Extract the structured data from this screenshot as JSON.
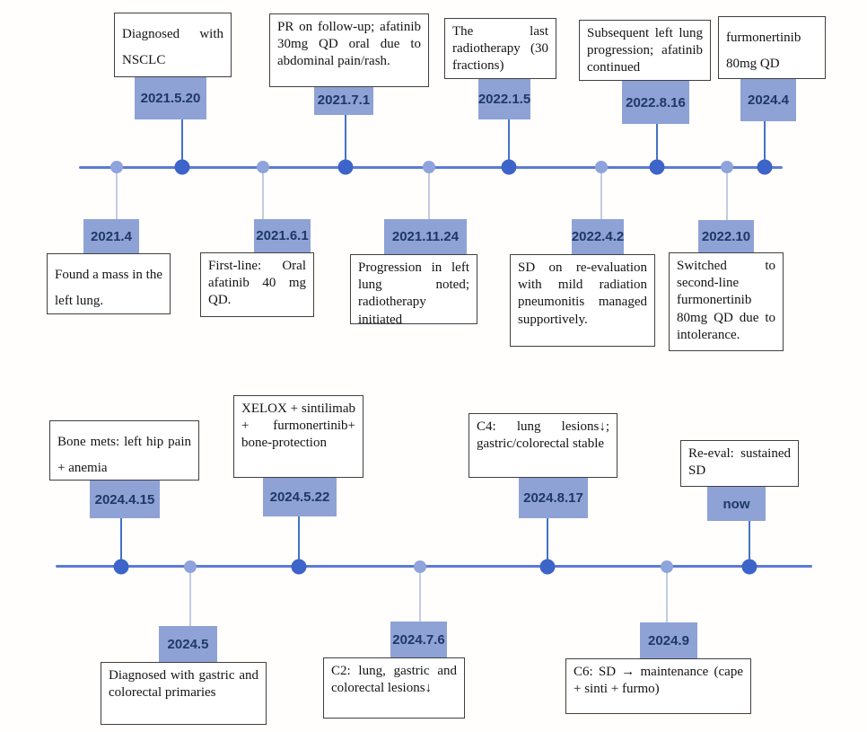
{
  "diagram": {
    "type": "medical-case-timeline",
    "colors": {
      "timeline_line": "#5b7bd5",
      "major_dot": "#3d64c8",
      "minor_dot": "#8fa3dc",
      "date_chip_bg": "#8ea2d6",
      "date_chip_text": "#1f3864",
      "box_border": "#404040"
    }
  },
  "timelines": [
    {
      "name": "NSCLC diagnosis and treatment course",
      "events": [
        {
          "date": "2021.4",
          "side": "below",
          "text": "Found a mass in the left lung."
        },
        {
          "date": "2021.5.20",
          "side": "above",
          "text": "Diagnosed with NSCLC"
        },
        {
          "date": "2021.6.1",
          "side": "below",
          "text": "First-line: Oral afatinib 40 mg QD."
        },
        {
          "date": "2021.7.1",
          "side": "above",
          "text": "PR on follow-up; afatinib 30mg QD oral due to abdominal pain/rash."
        },
        {
          "date": "2021.11.24",
          "side": "below",
          "text": "Progression in left lung noted; radiotherapy initiated"
        },
        {
          "date": "2022.1.5",
          "side": "above",
          "text": "The last radiotherapy (30 fractions)"
        },
        {
          "date": "2022.4.2",
          "side": "below",
          "text": "SD on re-evaluation with mild radiation pneumonitis managed supportively."
        },
        {
          "date": "2022.8.16",
          "side": "above",
          "text": "Subsequent left lung progression; afatinib continued"
        },
        {
          "date": "2022.10",
          "side": "below",
          "text": "Switched to second-line furmonertinib 80mg QD due to intolerance."
        },
        {
          "date": "2024.4",
          "side": "above",
          "text": "furmonertinib 80mg QD"
        }
      ]
    },
    {
      "name": "Gastric and colorectal primaries course",
      "events": [
        {
          "date": "2024.4.15",
          "side": "above",
          "text": "Bone mets: left hip pain + anemia"
        },
        {
          "date": "2024.5",
          "side": "below",
          "text": "Diagnosed with gastric and colorectal primaries"
        },
        {
          "date": "2024.5.22",
          "side": "above",
          "text": "XELOX + sintilimab + furmonertinib+ bone-protection"
        },
        {
          "date": "2024.7.6",
          "side": "below",
          "text": "C2: lung, gastric and colorectal lesions↓"
        },
        {
          "date": "2024.8.17",
          "side": "above",
          "text": "C4: lung lesions↓; gastric/colorectal stable"
        },
        {
          "date": "2024.9",
          "side": "below",
          "text": "C6: SD → maintenance (cape + sinti + furmo)"
        },
        {
          "date": "now",
          "side": "above",
          "text": "Re-eval: sustained SD"
        }
      ]
    }
  ]
}
